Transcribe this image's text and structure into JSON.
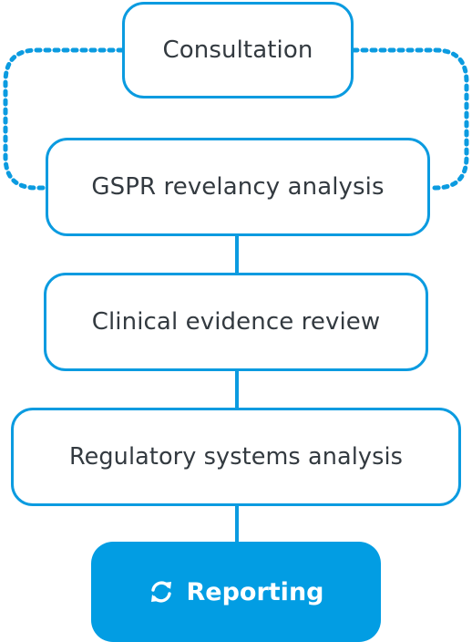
{
  "diagram": {
    "accent_color": "#0b9be0",
    "steps": [
      {
        "label": "Consultation"
      },
      {
        "label": "GSPR revelancy analysis"
      },
      {
        "label": "Clinical evidence review"
      },
      {
        "label": "Regulatory systems analysis"
      }
    ],
    "final_step": {
      "label": "Reporting",
      "icon": "refresh-icon",
      "color": "#029de3"
    }
  }
}
